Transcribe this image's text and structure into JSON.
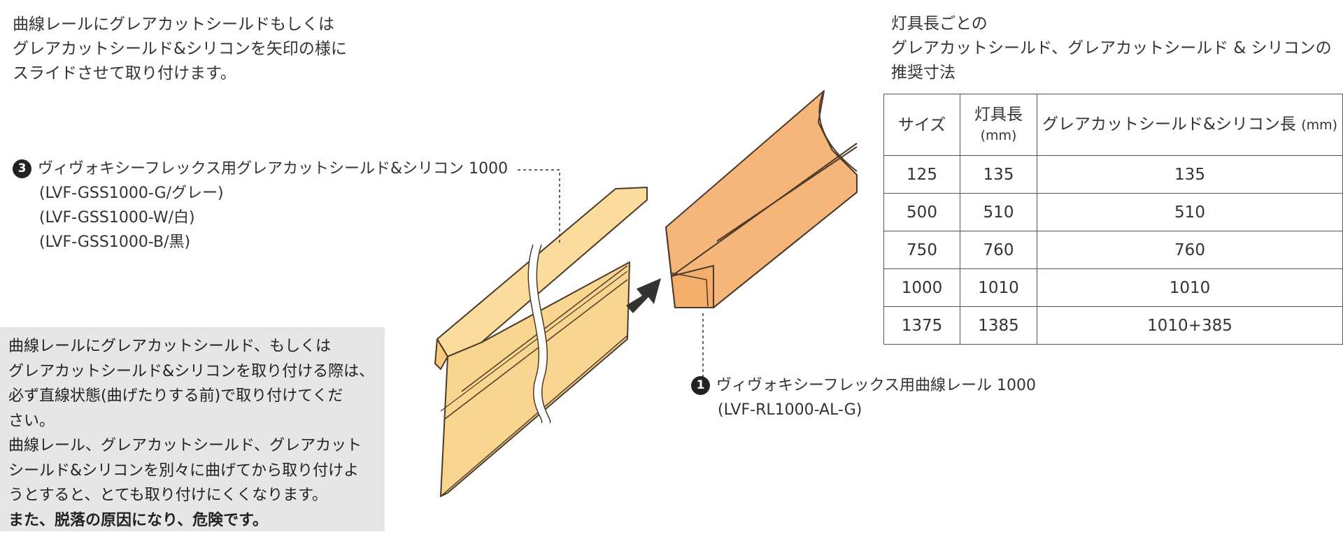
{
  "intro_lines": [
    "曲線レールにグレアカットシールドもしくは",
    "グレアカットシールド&シリコンを矢印の様に",
    "スライドさせて取り付けます。"
  ],
  "part3": {
    "number": "3",
    "name": "ヴィヴォキシーフレックス用グレアカットシールド&シリコン 1000",
    "models": [
      "(LVF-GSS1000-G/グレー)",
      "(LVF-GSS1000-W/白)",
      "(LVF-GSS1000-B/黒)"
    ]
  },
  "part1": {
    "number": "1",
    "name": "ヴィヴォキシーフレックス用曲線レール 1000",
    "model": "(LVF-RL1000-AL-G)"
  },
  "note": {
    "lines": [
      "曲線レールにグレアカットシールド、もしくは",
      "グレアカットシールド&シリコンを取り付ける際は、",
      "必ず直線状態(曲げたりする前)で取り付けてくだ",
      "さい。",
      "曲線レール、グレアカットシールド、グレアカット",
      "シールド&シリコンを別々に曲げてから取り付けよ",
      "うとすると、とても取り付けにくくなります。"
    ],
    "bold_line": "また、脱落の原因になり、危険です。"
  },
  "table": {
    "title_lines": [
      "灯具長ごとの",
      "グレアカットシールド、グレアカットシールド & シリコンの",
      "推奨寸法"
    ],
    "headers": {
      "size": "サイズ",
      "length": "灯具長",
      "length_unit": "(mm)",
      "shield": "グレアカットシールド&シリコン長",
      "shield_unit": "(mm)"
    },
    "rows": [
      [
        "125",
        "135",
        "135"
      ],
      [
        "500",
        "510",
        "510"
      ],
      [
        "750",
        "760",
        "760"
      ],
      [
        "1000",
        "1010",
        "1010"
      ],
      [
        "1375",
        "1385",
        "1010+385"
      ]
    ]
  },
  "colors": {
    "shield_fill": "#fad58f",
    "rail_fill": "#f4ad6b",
    "outline": "#4a3a2a",
    "arrow": "#333333",
    "note_bg": "#e6e6e6"
  }
}
